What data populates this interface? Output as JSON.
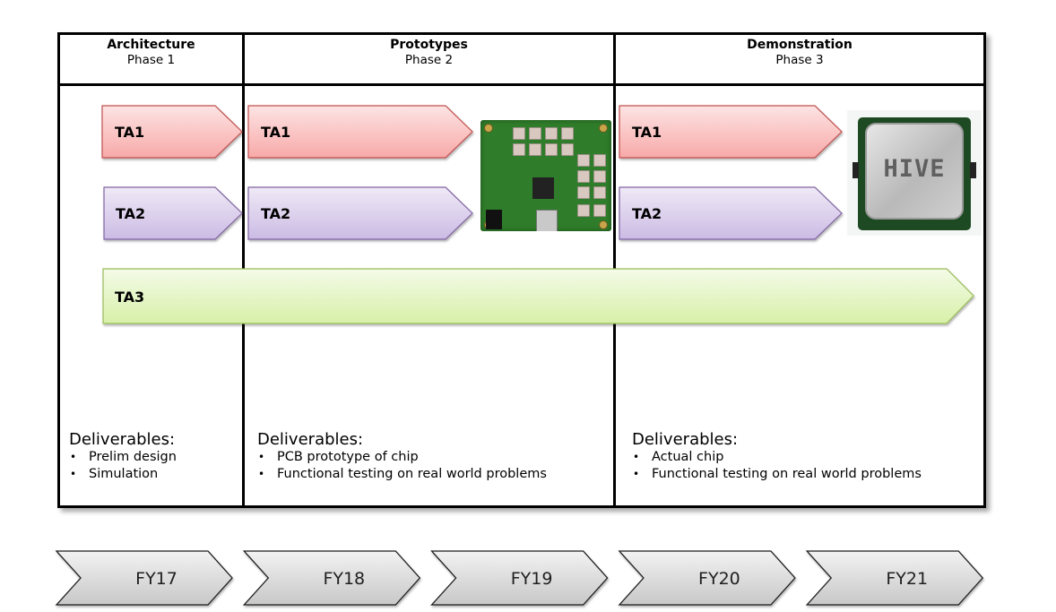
{
  "phases": [
    {
      "title": "Architecture",
      "subtitle": "Phase 1",
      "deliverables": {
        "heading": "Deliverables:",
        "items": [
          "Prelim design",
          "Simulation"
        ]
      }
    },
    {
      "title": "Prototypes",
      "subtitle": "Phase 2",
      "deliverables": {
        "heading": "Deliverables:",
        "items": [
          "PCB prototype of chip",
          "Functional testing on real world problems"
        ]
      }
    },
    {
      "title": "Demonstration",
      "subtitle": "Phase 3",
      "deliverables": {
        "heading": "Deliverables:",
        "items": [
          "Actual chip",
          "Functional testing on real world problems"
        ]
      }
    }
  ],
  "tracks": {
    "ta1": {
      "label": "TA1",
      "fill_top": "#fde4e4",
      "fill_bottom": "#f7a9a8",
      "stroke": "#c0504d"
    },
    "ta2": {
      "label": "TA2",
      "fill_top": "#efe9f6",
      "fill_bottom": "#cbbbe4",
      "stroke": "#8064a2"
    },
    "ta3": {
      "label": "TA3",
      "fill_top": "#f4fbe8",
      "fill_bottom": "#d7f0a8",
      "stroke": "#9bbb59"
    }
  },
  "images": {
    "pcb": "PCB prototype board photo",
    "chip": {
      "description": "Packaged chip photo",
      "label": "HIVE"
    }
  },
  "fiscal_years": [
    "FY17",
    "FY18",
    "FY19",
    "FY20",
    "FY21"
  ]
}
